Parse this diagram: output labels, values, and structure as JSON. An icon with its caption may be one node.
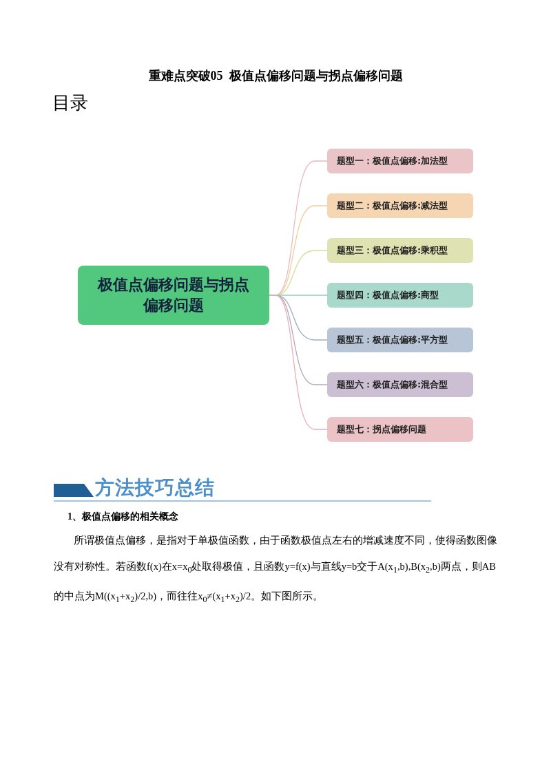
{
  "diagram": {
    "title": "重难点突破05  极值点偏移问题与拐点偏移问题",
    "nodes": [
      {
        "text": [
          "极值点偏移问题与拐点偏移问题"
        ]
      },
      {
        "text": [
          "题型一：极值点偏移:加法型"
        ]
      },
      {
        "text": [
          "题型二：极值点偏移:减法型"
        ]
      },
      {
        "text": [
          "题型三：极值点偏移:乘积型"
        ]
      },
      {
        "text": [
          "题型四：极值点偏移:商型"
        ]
      },
      {
        "text": [
          "题型五：极值点偏移:平方型"
        ]
      },
      {
        "text": [
          "题型六：极值点偏移:混合型"
        ]
      },
      {
        "text": [
          "题型七：拐点偏移问题"
        ]
      }
    ],
    "edges": [
      {
        "from": 0,
        "to": 1,
        "arrow": "none",
        "color": "#e9b8c0"
      },
      {
        "from": 0,
        "to": 2,
        "arrow": "none",
        "color": "#f3cc9c"
      },
      {
        "from": 0,
        "to": 3,
        "arrow": "none",
        "color": "#d5dc98"
      },
      {
        "from": 0,
        "to": 4,
        "arrow": "none",
        "color": "#8ccfbe"
      },
      {
        "from": 0,
        "to": 5,
        "arrow": "none",
        "color": "#9cafc4"
      },
      {
        "from": 0,
        "to": 6,
        "arrow": "none",
        "color": "#b8a6bd"
      },
      {
        "from": 0,
        "to": 7,
        "arrow": "none",
        "color": "#e8adb7"
      }
    ],
    "labels": [
      "目录",
      "方法技巧总结",
      "1、极值点偏移的相关概念",
      "所谓极值点偏移，是指对于单极值函数，由于函数极值点左右的增减速度不同，使得函数图像没有对称性。若函数f(x)在x=x$_{0}$处取得极值，且函数y=f(x)与直线y=b交于A(x$_{1}$,b),B(x$_{2}$,b)两点，则AB的中点为M((x$_{1}$+x$_{2}$)/2,b)，而往往x$_{0}$≠(x$_{1}$+x$_{2}$)/2。如下图所示。"
    ]
  }
}
